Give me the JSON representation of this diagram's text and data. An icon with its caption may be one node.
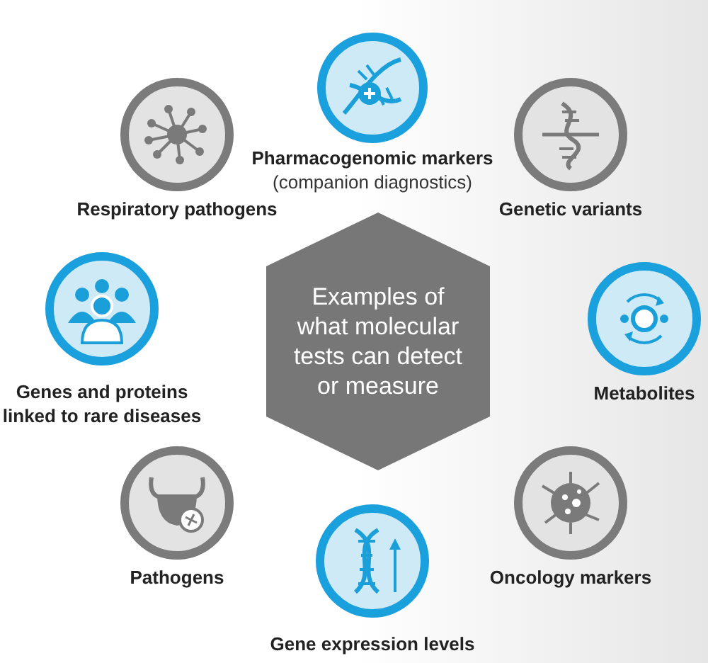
{
  "diagram": {
    "nodes": [
      {
        "text": [
          "Pharmacogenomic markers",
          "(companion diagnostics)"
        ]
      },
      {
        "text": [
          "Respiratory pathogens"
        ]
      },
      {
        "text": [
          "Genetic variants"
        ]
      },
      {
        "text": [
          "Examples of what molecular tests can detect or measure"
        ]
      },
      {
        "text": [
          "Genes and proteins linked to rare diseases"
        ]
      },
      {
        "text": [
          "Metabolites"
        ]
      },
      {
        "text": [
          "Pathogens"
        ]
      },
      {
        "text": [
          "Oncology markers"
        ]
      },
      {
        "text": [
          "Gene expression levels"
        ]
      }
    ]
  }
}
